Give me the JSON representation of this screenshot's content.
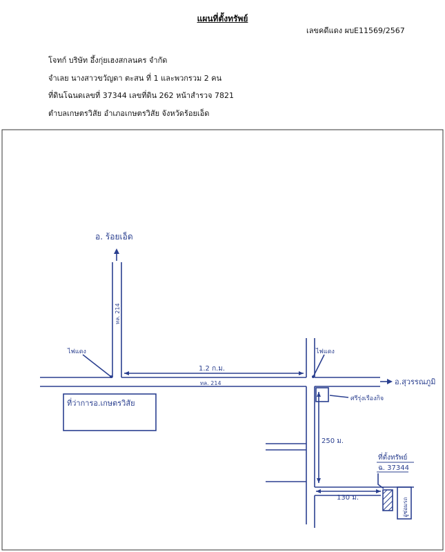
{
  "header": {
    "title": "แผนที่ตั้งทรัพย์",
    "case_number": "เลขคดีแดง ผบE11569/2567",
    "plaintiff": "โจทก์ บริษัท อึ้งกุ่ยเฮงสกลนคร จำกัด",
    "defendant": "จำเลย นางสาวขวัญดา ตะสน ที่ 1 และพวกรวม 2 คน",
    "deed": "ที่ดินโฉนดเลขที่ 37344 เลขที่ดิน 262 หน้าสำรวจ 7821",
    "location": "ตำบลเกษตรวิสัย อำเภอเกษตรวิสัย จังหวัดร้อยเอ็ด"
  },
  "map": {
    "ink_color": "#2a3f8f",
    "labels": {
      "to_roiet": "อ. ร้อยเอ็ด",
      "hwy_vertical": "ทล. 214",
      "hwy_horizontal": "ทล. 214",
      "light_left": "ไฟแดง",
      "light_right": "ไฟแดง",
      "distance_road": "1.2 ก.ม.",
      "to_suvarnabhumi": "อ.สุวรรณภูมิ",
      "district_office": "ที่ว่าการอ.เกษตรวิสัย",
      "shop": "ศรีรุ่งเรืองกิจ",
      "distance_side": "250 ม.",
      "property_label": "ที่ตั้งทรัพย์",
      "deed_label": "ฉ. 37344",
      "distance_lane": "130 ม.",
      "garage": "อู่ซ่อมรถ"
    }
  }
}
